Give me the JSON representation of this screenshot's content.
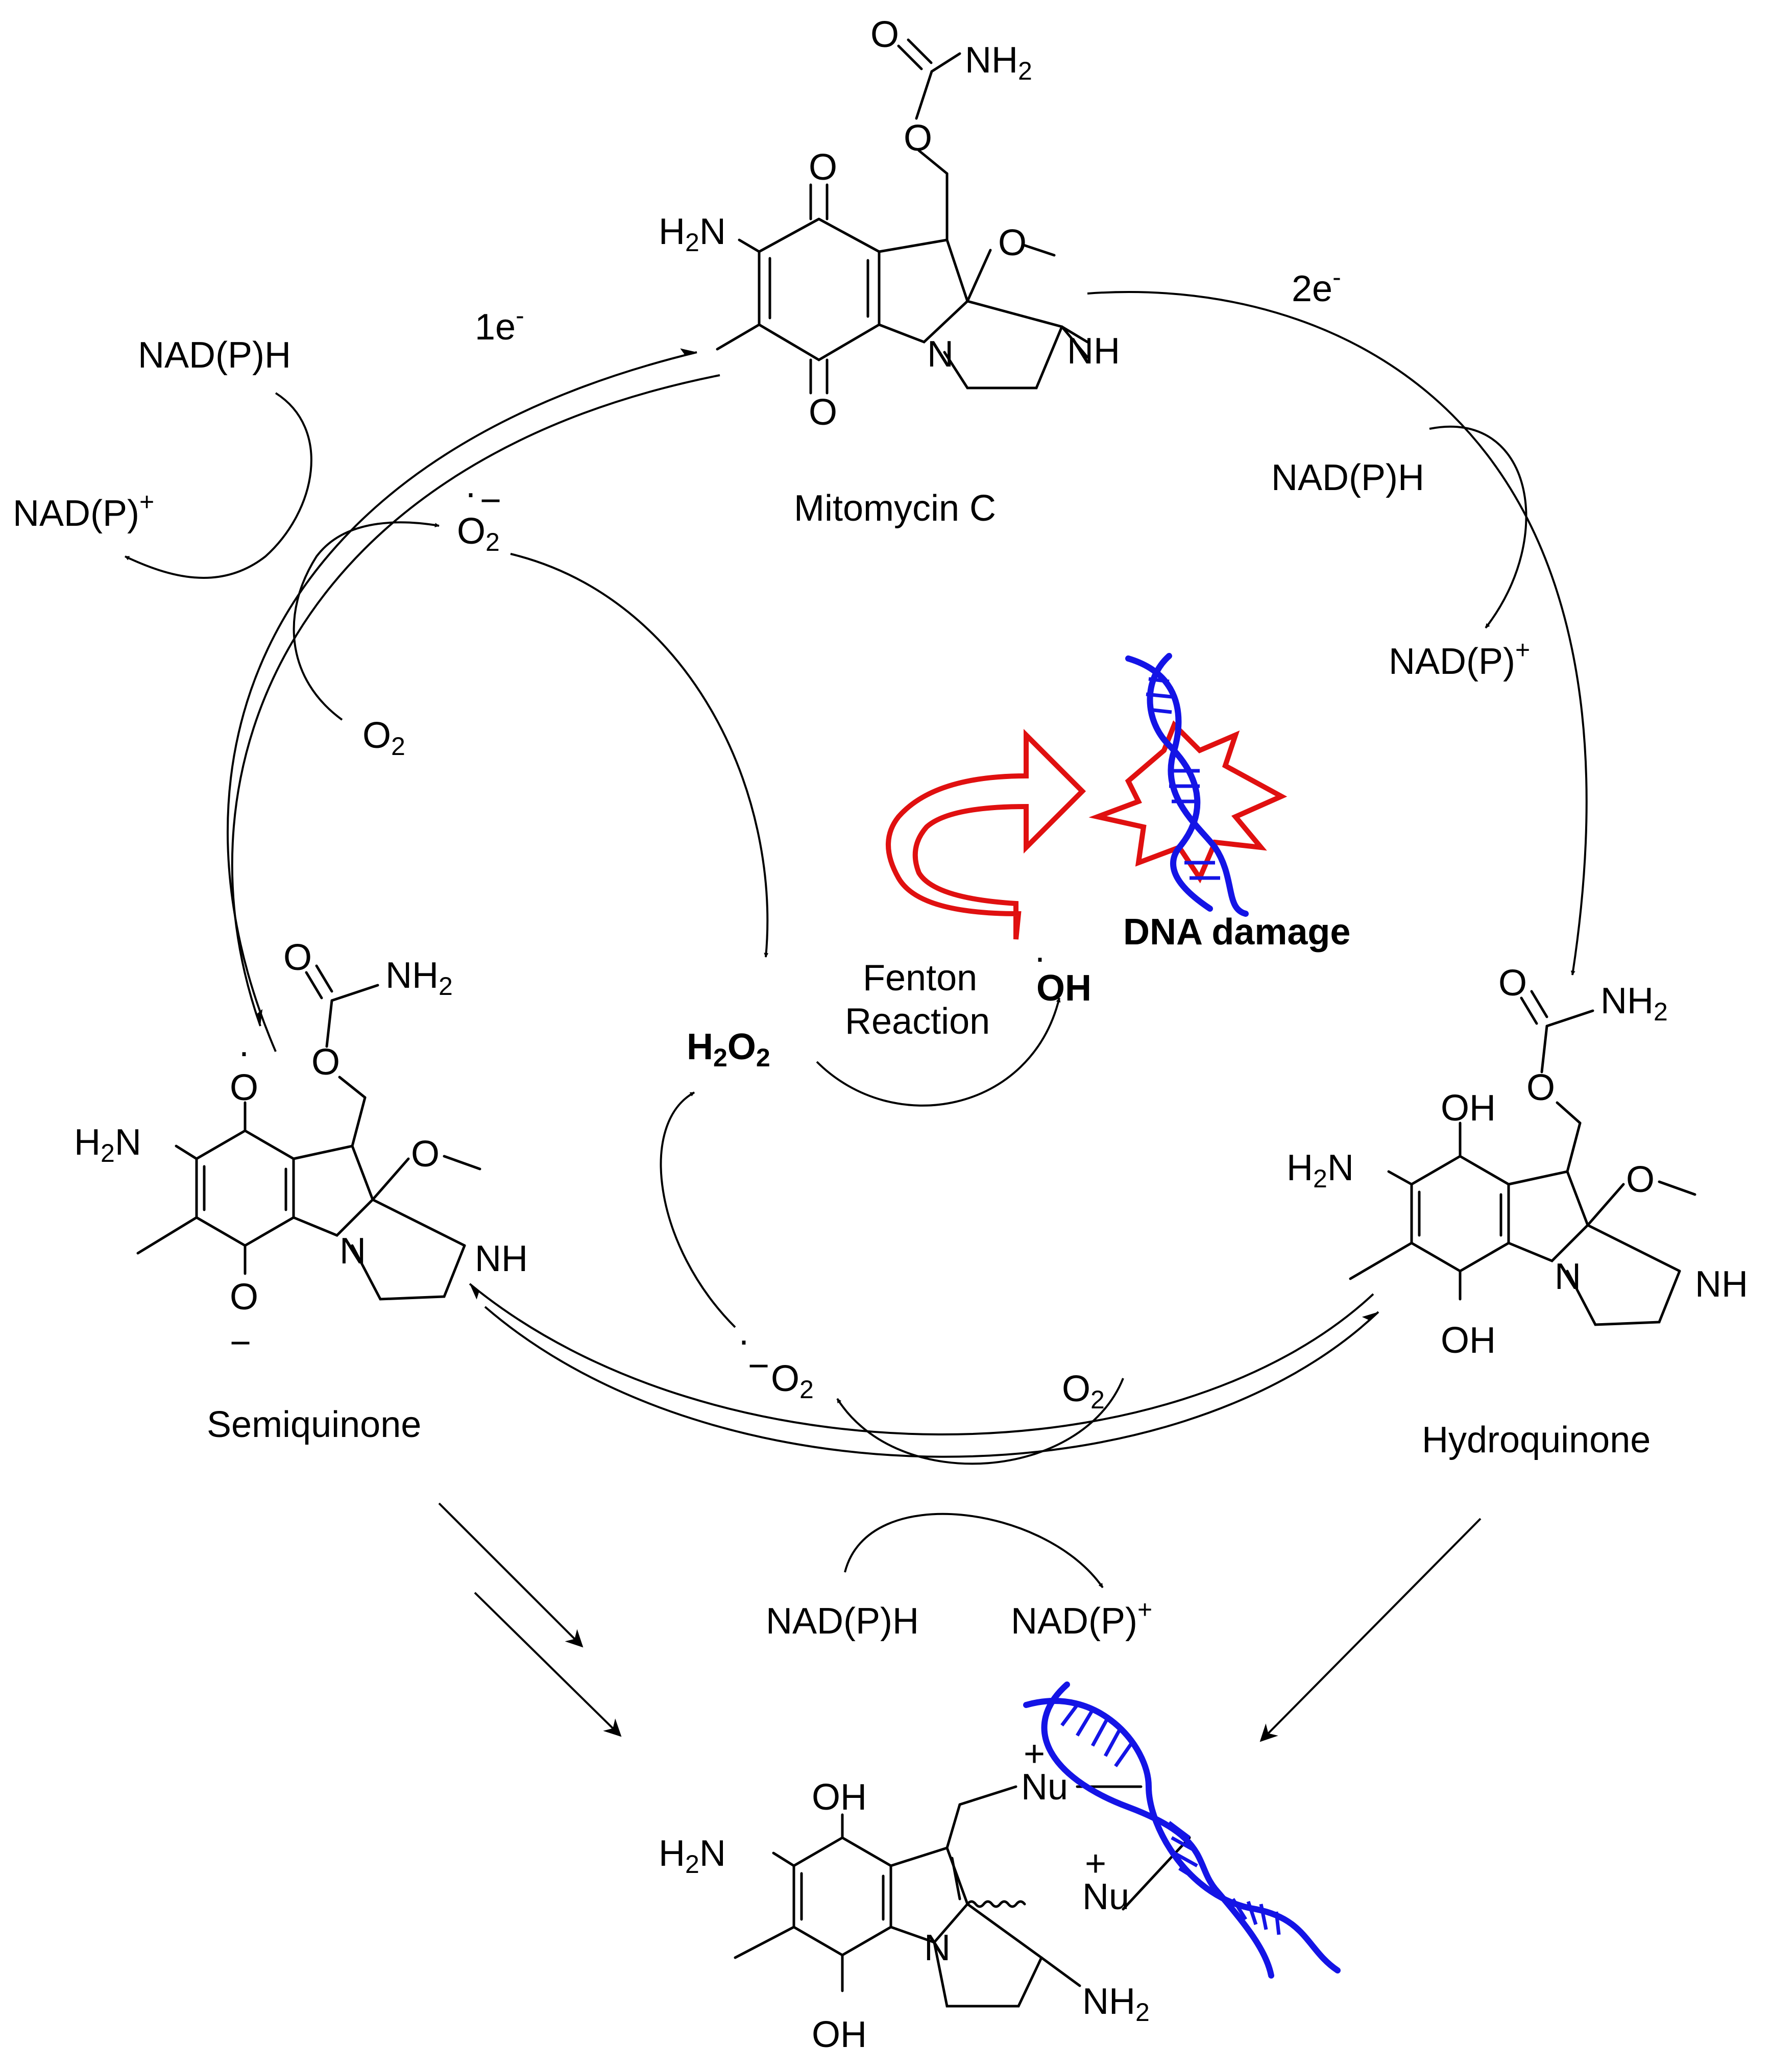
{
  "molecules": {
    "mitomycin": {
      "name": "Mitomycin C"
    },
    "semiquinone": {
      "name": "Semiquinone"
    },
    "hydroquinone": {
      "name": "Hydroquinone"
    },
    "adduct": {
      "name": ""
    }
  },
  "atoms": {
    "o": "O",
    "n": "N",
    "nh": "NH",
    "nh2": "NH",
    "two": "2",
    "h2": "H",
    "h2n_n": "N",
    "oh": "OH",
    "nu": "Nu",
    "plus": "+",
    "minus": "−",
    "dot": "·"
  },
  "reactions": {
    "one_e": "1e",
    "two_e": "2e",
    "e_sup": "-",
    "nadph": "NAD(P)H",
    "nadp": "NAD(P)",
    "plus": "+",
    "o2": "O",
    "o2_sub": "2",
    "superoxide": "O",
    "superoxide_charge": "−",
    "h2o2": "H",
    "h2o2_sub": "2",
    "h2o2_o": "O",
    "h2o2_sub2": "2",
    "fenton_line1": "Fenton",
    "fenton_line2": "Reaction",
    "hydroxyl": "OH",
    "dna_damage": "DNA damage"
  },
  "colors": {
    "ink": "#000000",
    "dna": "#1414e6",
    "flash": "#e01010"
  }
}
